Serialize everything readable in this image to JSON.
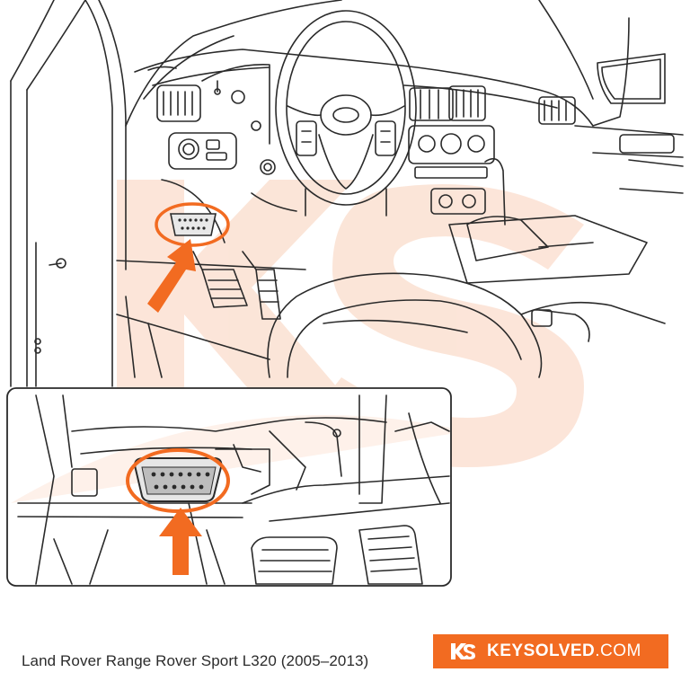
{
  "caption": "Land Rover Range Rover Sport L320 (2005–2013)",
  "brand": {
    "name": "KEYSOLVED",
    "tld": ".COM",
    "logo_icon": "ks-logo-icon",
    "color": "#f26b21"
  },
  "colors": {
    "line": "#2a2a2a",
    "accent": "#f26b21",
    "watermark": "#fbe1d2"
  },
  "icons": {
    "obd_port": "obd-port-icon",
    "arrow": "arrow-up-icon"
  }
}
